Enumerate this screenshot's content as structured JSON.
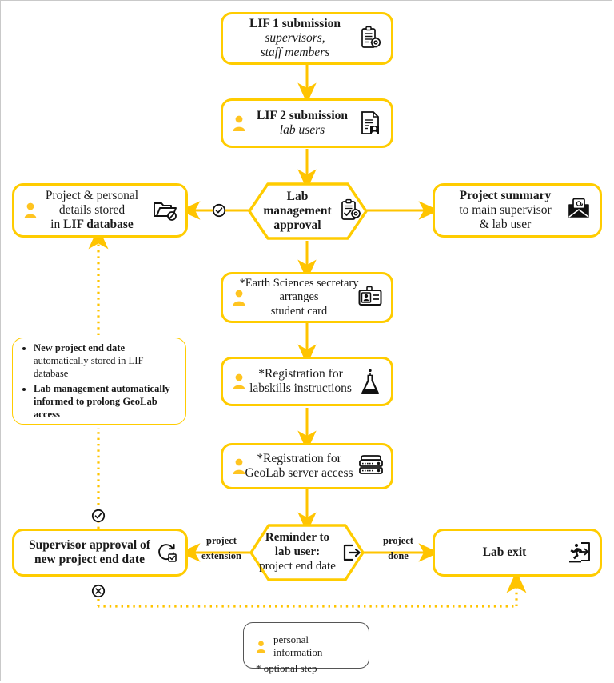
{
  "diagram": {
    "title": "Lab induction and project lifecycle flowchart",
    "accent_color": "#FFCC00",
    "person_icon_color": "#FFC420",
    "text_color": "#1a1a1a"
  },
  "nodes": {
    "lif1": {
      "line1": "LIF 1 submission",
      "line2": "supervisors,",
      "line3": "staff members",
      "icon": "clipboard-gear-icon"
    },
    "lif2": {
      "line1": "LIF 2 submission",
      "line2": "lab users",
      "icon": "document-user-icon",
      "person": "person-icon"
    },
    "database": {
      "line1": "Project & personal",
      "line2": "details stored",
      "line3_prefix": "in ",
      "line3_bold": "LIF database",
      "icon": "folder-blocked-icon",
      "person": "person-icon"
    },
    "approval": {
      "line1": "Lab",
      "line2": "management",
      "line3": "approval",
      "icon": "clipboard-check-gear-icon"
    },
    "summary": {
      "line1": "Project summary",
      "line2": "to main supervisor",
      "line3": "& lab user",
      "icon": "mail-at-icon"
    },
    "studentcard": {
      "line1": "*Earth Sciences secretary",
      "line2": "arranges",
      "line3": "student card",
      "icon": "id-card-icon",
      "person": "person-icon"
    },
    "labskills": {
      "line1": "*Registration for",
      "line2": "labskills instructions",
      "icon": "flask-icon",
      "person": "person-icon"
    },
    "geolab": {
      "line1": "*Registration for",
      "line2": "GeoLab server access",
      "icon": "server-icon",
      "person": "person-icon"
    },
    "supervisor_approval": {
      "line1": "Supervisor approval of",
      "line2": "new project end date",
      "icon": "refresh-check-icon"
    },
    "reminder": {
      "line1": "Reminder to",
      "line2": "lab user:",
      "line3": "project end date",
      "icon": "exit-arrow-icon"
    },
    "labexit": {
      "line1": "Lab exit",
      "icon": "running-exit-icon"
    }
  },
  "info_box": {
    "bullets": [
      {
        "bold": "New project end date",
        "rest": "automatically stored in LIF database"
      },
      {
        "bold": "Lab management automatically informed to prolong GeoLab access",
        "rest": ""
      }
    ]
  },
  "legend": {
    "personal_information": "personal information",
    "optional_step": "* optional step",
    "star_symbol": "*",
    "person_icon": "person-icon"
  },
  "edge_labels": {
    "project_extension_line1": "project",
    "project_extension_line2": "extension",
    "project_done_line1": "project",
    "project_done_line2": "done"
  },
  "markers": {
    "approval_yes": "check-circle-icon",
    "db_update_yes": "check-circle-icon",
    "exit_no": "x-circle-icon"
  }
}
